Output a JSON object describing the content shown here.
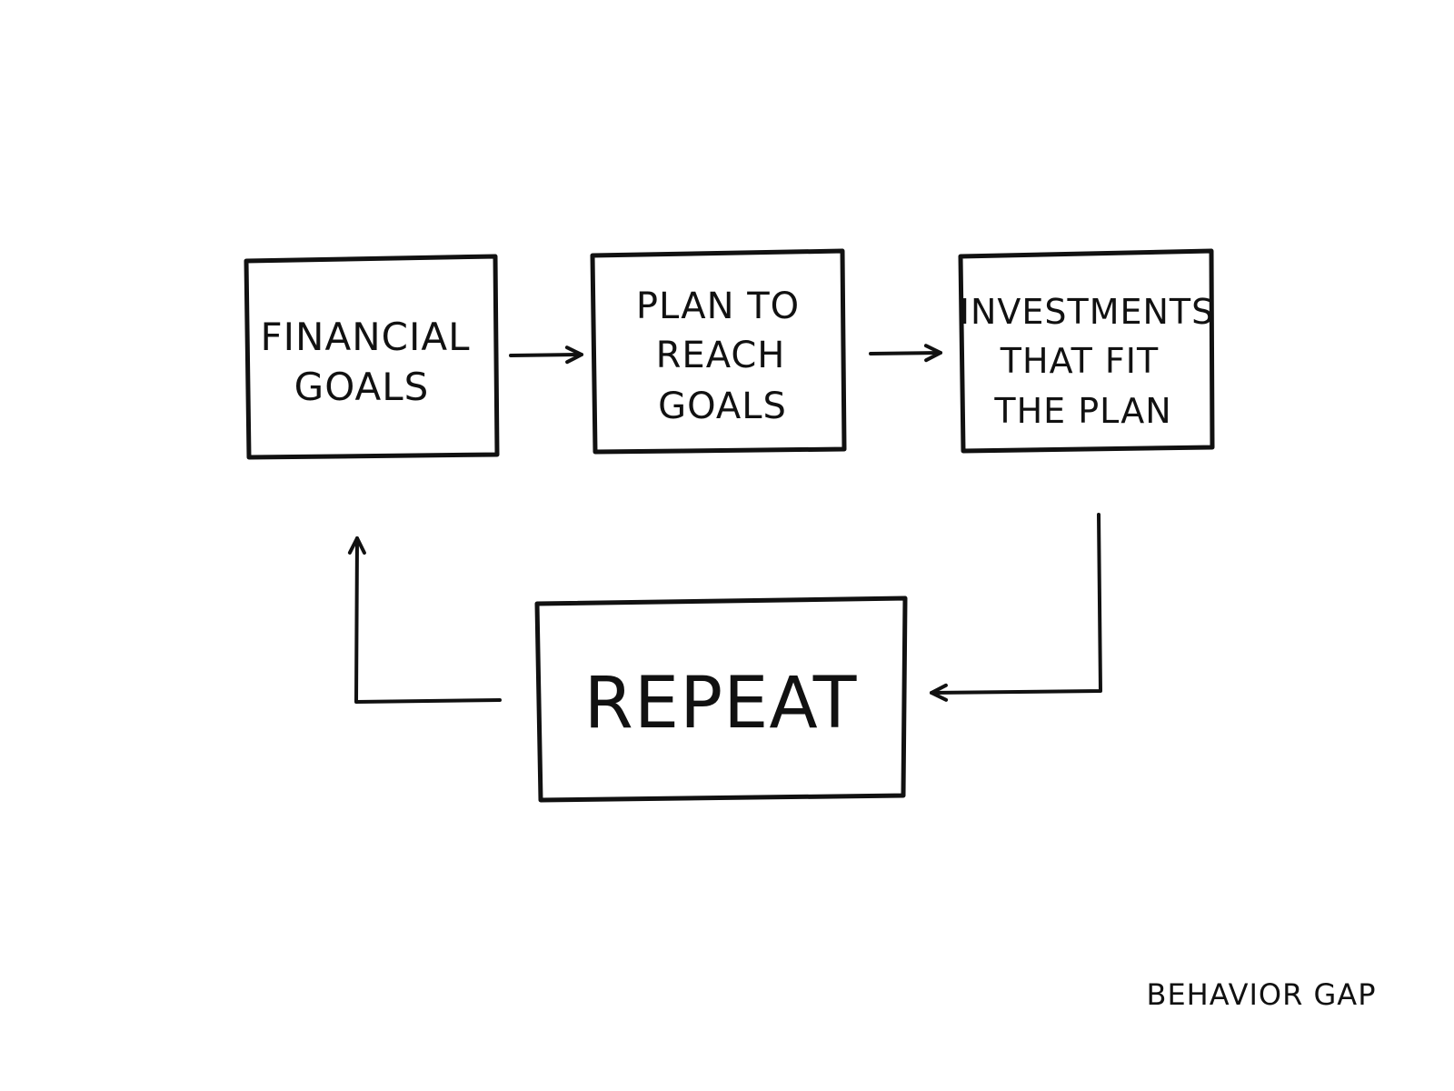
{
  "boxes": [
    {
      "id": "financial-goals",
      "lines": [
        "FINANCIAL",
        "GOALS"
      ]
    },
    {
      "id": "plan-to-reach-goals",
      "lines": [
        "PLAN TO",
        "REACH",
        "GOALS"
      ]
    },
    {
      "id": "investments-that-fit",
      "lines": [
        "INVESTMENTS",
        "THAT FIT",
        "THE PLAN"
      ]
    },
    {
      "id": "repeat",
      "lines": [
        "REPEAT"
      ]
    }
  ],
  "colors": {
    "ink": "#111111",
    "background": "#ffffff"
  },
  "signature": "BEHAVIOR GAP"
}
